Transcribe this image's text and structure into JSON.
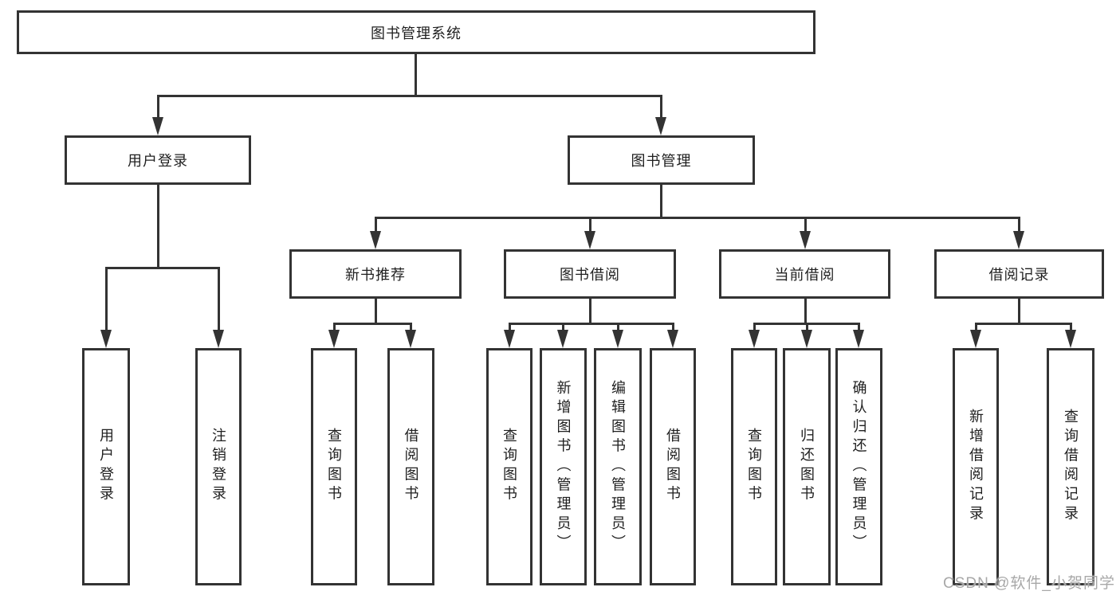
{
  "diagram": {
    "root_label": "图书管理系统",
    "branches": [
      {
        "label": "用户登录",
        "children": [
          {
            "label": "用户登录"
          },
          {
            "label": "注销登录"
          }
        ]
      },
      {
        "label": "图书管理",
        "children": [
          {
            "label": "新书推荐",
            "children": [
              {
                "label": "查询图书"
              },
              {
                "label": "借阅图书"
              }
            ]
          },
          {
            "label": "图书借阅",
            "children": [
              {
                "label": "查询图书"
              },
              {
                "label": "新增图书（管理员）"
              },
              {
                "label": "编辑图书（管理员）"
              },
              {
                "label": "借阅图书"
              }
            ]
          },
          {
            "label": "当前借阅",
            "children": [
              {
                "label": "查询图书"
              },
              {
                "label": "归还图书"
              },
              {
                "label": "确认归还（管理员）"
              }
            ]
          },
          {
            "label": "借阅记录",
            "children": [
              {
                "label": "新增借阅记录"
              },
              {
                "label": "查询借阅记录"
              }
            ]
          }
        ]
      }
    ]
  },
  "watermark": {
    "text": "CSDN @软件_小贺同学"
  },
  "colors": {
    "line": "#333333",
    "text": "#1f1f1f",
    "background": "#ffffff",
    "watermark": "#a8a8a8"
  }
}
